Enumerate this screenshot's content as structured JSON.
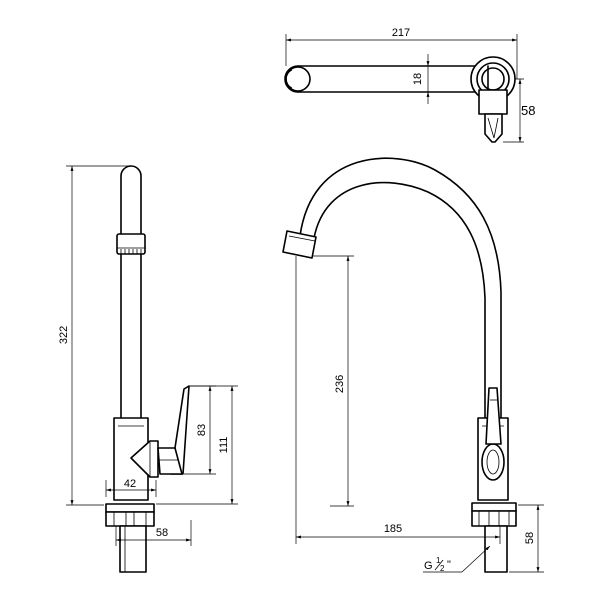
{
  "colors": {
    "line": "#000000",
    "background": "#ffffff"
  },
  "dimensions": {
    "top_width": "217",
    "top_pipe_diameter": "18",
    "top_depth": "58",
    "total_height": "322",
    "handle_height": "83",
    "body_height": "111",
    "body_width": "42",
    "base_width": "58",
    "spout_clearance": "236",
    "spout_reach": "185",
    "base_height": "58",
    "thread_label": "G",
    "thread_fraction_num": "1",
    "thread_fraction_den": "2",
    "thread_inch": "\""
  }
}
